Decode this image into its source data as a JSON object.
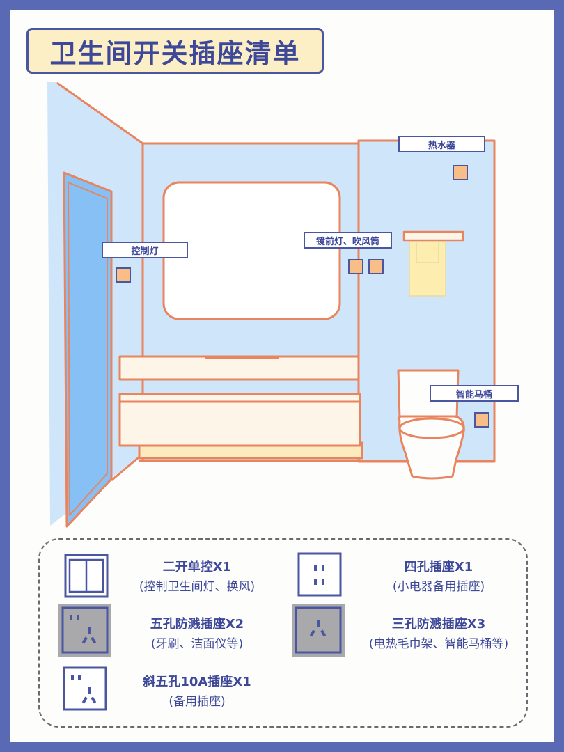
{
  "title": "卫生间开关插座清单",
  "labels": {
    "control_light": "控制灯",
    "water_heater": "热水器",
    "mirror_light_hairdryer": "镜前灯、吹风筒",
    "smart_toilet": "智能马桶"
  },
  "legend": [
    {
      "name": "二开单控X1",
      "note": "(控制卫生间灯、换风)",
      "icon": "double-switch-icon"
    },
    {
      "name": "四孔插座X1",
      "note": "(小电器备用插座)",
      "icon": "four-hole-socket-icon"
    },
    {
      "name": "五孔防溅插座X2",
      "note": "(牙刷、洁面仪等)",
      "icon": "splashproof-five-hole-socket-icon"
    },
    {
      "name": "三孔防溅插座X3",
      "note": "(电热毛巾架、智能马桶等)",
      "icon": "splashproof-three-hole-socket-icon"
    },
    {
      "name": "斜五孔10A插座X1",
      "note": "(备用插座)",
      "icon": "slanted-five-hole-socket-icon"
    }
  ],
  "colors": {
    "frame": "#5a69b3",
    "wall": "#cfe6fa",
    "line": "#e8845e",
    "door": "#86c0f5",
    "ink": "#3d4899",
    "socket": "#f9bd88"
  }
}
